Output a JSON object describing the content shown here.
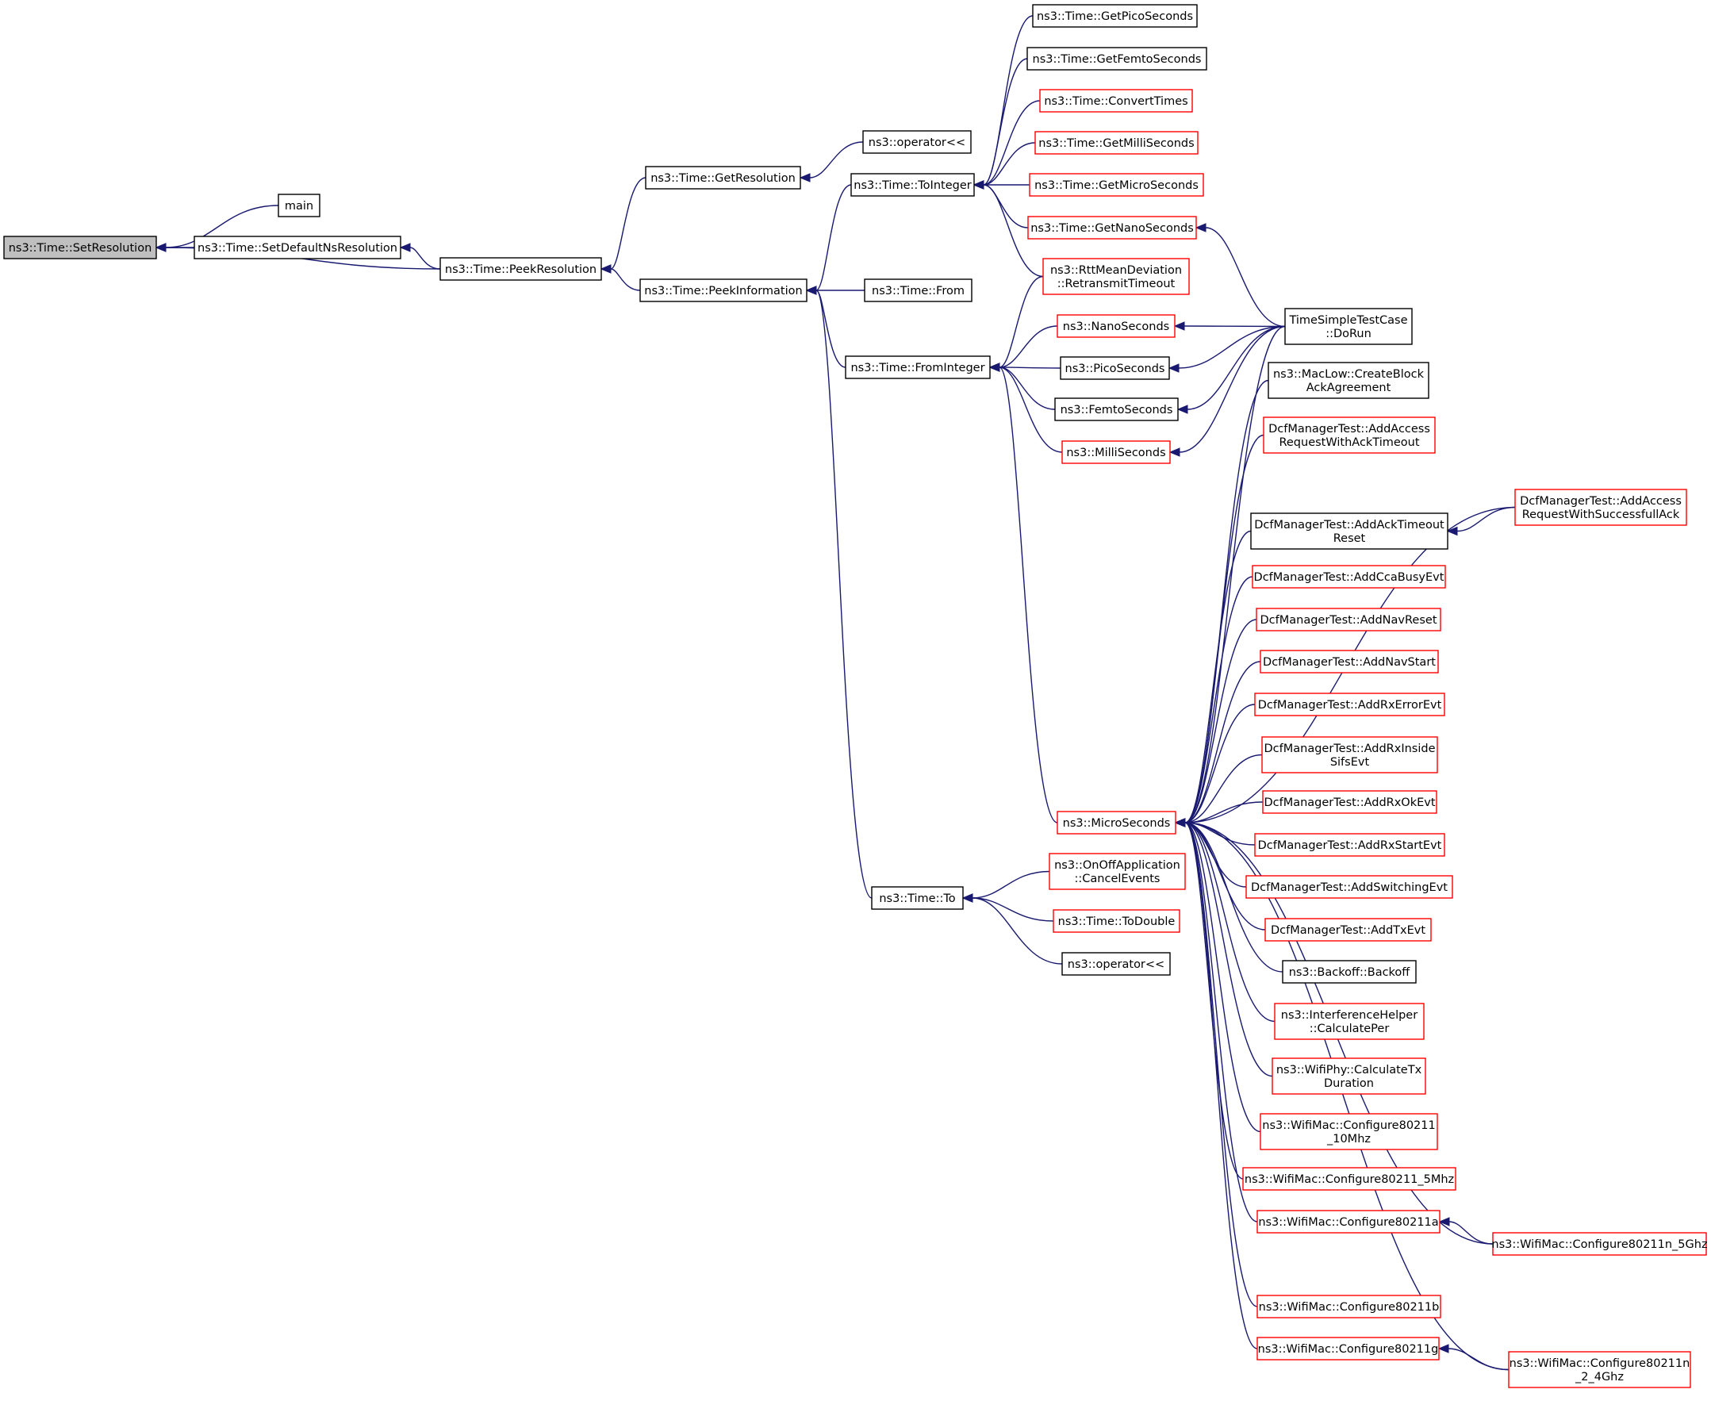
{
  "title": "",
  "colors": {
    "edge": "#191970",
    "default_border": "#000000",
    "red_border": "#ff0000",
    "root_fill": "#bfbfbf",
    "node_fill": "#ffffff"
  },
  "nodes": [
    {
      "id": "setres",
      "lines": [
        "ns3::Time::SetResolution"
      ],
      "style": "root"
    },
    {
      "id": "main",
      "lines": [
        "main"
      ],
      "style": "black"
    },
    {
      "id": "setdefault",
      "lines": [
        "ns3::Time::SetDefaultNsResolution"
      ],
      "style": "black"
    },
    {
      "id": "peekres",
      "lines": [
        "ns3::Time::PeekResolution"
      ],
      "style": "black"
    },
    {
      "id": "getres",
      "lines": [
        "ns3::Time::GetResolution"
      ],
      "style": "black"
    },
    {
      "id": "peekinfo",
      "lines": [
        "ns3::Time::PeekInformation"
      ],
      "style": "black"
    },
    {
      "id": "op1",
      "lines": [
        "ns3::operator<<"
      ],
      "style": "black"
    },
    {
      "id": "toint",
      "lines": [
        "ns3::Time::ToInteger"
      ],
      "style": "black"
    },
    {
      "id": "from",
      "lines": [
        "ns3::Time::From"
      ],
      "style": "black"
    },
    {
      "id": "fromint",
      "lines": [
        "ns3::Time::FromInteger"
      ],
      "style": "black"
    },
    {
      "id": "to",
      "lines": [
        "ns3::Time::To"
      ],
      "style": "black"
    },
    {
      "id": "getpico",
      "lines": [
        "ns3::Time::GetPicoSeconds"
      ],
      "style": "black"
    },
    {
      "id": "getfemto",
      "lines": [
        "ns3::Time::GetFemtoSeconds"
      ],
      "style": "black"
    },
    {
      "id": "convtimes",
      "lines": [
        "ns3::Time::ConvertTimes"
      ],
      "style": "red"
    },
    {
      "id": "getmilli",
      "lines": [
        "ns3::Time::GetMilliSeconds"
      ],
      "style": "red"
    },
    {
      "id": "getmicro",
      "lines": [
        "ns3::Time::GetMicroSeconds"
      ],
      "style": "red"
    },
    {
      "id": "getnano",
      "lines": [
        "ns3::Time::GetNanoSeconds"
      ],
      "style": "red"
    },
    {
      "id": "rttmean",
      "lines": [
        "ns3::RttMeanDeviation",
        "::RetransmitTimeout"
      ],
      "style": "red"
    },
    {
      "id": "nanosec",
      "lines": [
        "ns3::NanoSeconds"
      ],
      "style": "red"
    },
    {
      "id": "picosec",
      "lines": [
        "ns3::PicoSeconds"
      ],
      "style": "black"
    },
    {
      "id": "femtosec",
      "lines": [
        "ns3::FemtoSeconds"
      ],
      "style": "black"
    },
    {
      "id": "millisec",
      "lines": [
        "ns3::MilliSeconds"
      ],
      "style": "red"
    },
    {
      "id": "microsec",
      "lines": [
        "ns3::MicroSeconds"
      ],
      "style": "red"
    },
    {
      "id": "onoff",
      "lines": [
        "ns3::OnOffApplication",
        "::CancelEvents"
      ],
      "style": "red"
    },
    {
      "id": "todouble",
      "lines": [
        "ns3::Time::ToDouble"
      ],
      "style": "red"
    },
    {
      "id": "op2",
      "lines": [
        "ns3::operator<<"
      ],
      "style": "black"
    },
    {
      "id": "timesimple",
      "lines": [
        "TimeSimpleTestCase",
        "::DoRun"
      ],
      "style": "black"
    },
    {
      "id": "maclow",
      "lines": [
        "ns3::MacLow::CreateBlock",
        "AckAgreement"
      ],
      "style": "black"
    },
    {
      "id": "dcf_ackto",
      "lines": [
        "DcfManagerTest::AddAccess",
        "RequestWithAckTimeout"
      ],
      "style": "red"
    },
    {
      "id": "dcf_succack",
      "lines": [
        "DcfManagerTest::AddAccess",
        "RequestWithSuccessfullAck"
      ],
      "style": "red"
    },
    {
      "id": "dcf_acktoreset",
      "lines": [
        "DcfManagerTest::AddAckTimeout",
        "Reset"
      ],
      "style": "black"
    },
    {
      "id": "dcf_cca",
      "lines": [
        "DcfManagerTest::AddCcaBusyEvt"
      ],
      "style": "red"
    },
    {
      "id": "dcf_navreset",
      "lines": [
        "DcfManagerTest::AddNavReset"
      ],
      "style": "red"
    },
    {
      "id": "dcf_navstart",
      "lines": [
        "DcfManagerTest::AddNavStart"
      ],
      "style": "red"
    },
    {
      "id": "dcf_rxerr",
      "lines": [
        "DcfManagerTest::AddRxErrorEvt"
      ],
      "style": "red"
    },
    {
      "id": "dcf_rxinside",
      "lines": [
        "DcfManagerTest::AddRxInside",
        "SifsEvt"
      ],
      "style": "red"
    },
    {
      "id": "dcf_rxok",
      "lines": [
        "DcfManagerTest::AddRxOkEvt"
      ],
      "style": "red"
    },
    {
      "id": "dcf_rxstart",
      "lines": [
        "DcfManagerTest::AddRxStartEvt"
      ],
      "style": "red"
    },
    {
      "id": "dcf_switch",
      "lines": [
        "DcfManagerTest::AddSwitchingEvt"
      ],
      "style": "red"
    },
    {
      "id": "dcf_tx",
      "lines": [
        "DcfManagerTest::AddTxEvt"
      ],
      "style": "red"
    },
    {
      "id": "backoff",
      "lines": [
        "ns3::Backoff::Backoff"
      ],
      "style": "black"
    },
    {
      "id": "interf",
      "lines": [
        "ns3::InterferenceHelper",
        "::CalculatePer"
      ],
      "style": "red"
    },
    {
      "id": "wifiphy",
      "lines": [
        "ns3::WifiPhy::CalculateTx",
        "Duration"
      ],
      "style": "red"
    },
    {
      "id": "cfg10",
      "lines": [
        "ns3::WifiMac::Configure80211",
        "_10Mhz"
      ],
      "style": "red"
    },
    {
      "id": "cfg5",
      "lines": [
        "ns3::WifiMac::Configure80211_5Mhz"
      ],
      "style": "red"
    },
    {
      "id": "cfga",
      "lines": [
        "ns3::WifiMac::Configure80211a"
      ],
      "style": "red"
    },
    {
      "id": "cfgn5",
      "lines": [
        "ns3::WifiMac::Configure80211n_5Ghz"
      ],
      "style": "red"
    },
    {
      "id": "cfgb",
      "lines": [
        "ns3::WifiMac::Configure80211b"
      ],
      "style": "red"
    },
    {
      "id": "cfgg",
      "lines": [
        "ns3::WifiMac::Configure80211g"
      ],
      "style": "red"
    },
    {
      "id": "cfgn24",
      "lines": [
        "ns3::WifiMac::Configure80211n",
        "_2_4Ghz"
      ],
      "style": "red"
    }
  ],
  "edges": [
    {
      "from": "main",
      "to": "setres"
    },
    {
      "from": "setdefault",
      "to": "setres"
    },
    {
      "from": "peekres",
      "to": "setres"
    },
    {
      "from": "peekres",
      "to": "setdefault"
    },
    {
      "from": "getres",
      "to": "peekres"
    },
    {
      "from": "peekinfo",
      "to": "peekres"
    },
    {
      "from": "op1",
      "to": "getres"
    },
    {
      "from": "toint",
      "to": "peekinfo"
    },
    {
      "from": "from",
      "to": "peekinfo"
    },
    {
      "from": "fromint",
      "to": "peekinfo"
    },
    {
      "from": "to",
      "to": "peekinfo"
    },
    {
      "from": "getpico",
      "to": "toint"
    },
    {
      "from": "getfemto",
      "to": "toint"
    },
    {
      "from": "convtimes",
      "to": "toint"
    },
    {
      "from": "getmilli",
      "to": "toint"
    },
    {
      "from": "getmicro",
      "to": "toint"
    },
    {
      "from": "getnano",
      "to": "toint"
    },
    {
      "from": "rttmean",
      "to": "toint"
    },
    {
      "from": "rttmean",
      "to": "fromint"
    },
    {
      "from": "nanosec",
      "to": "fromint"
    },
    {
      "from": "picosec",
      "to": "fromint"
    },
    {
      "from": "femtosec",
      "to": "fromint"
    },
    {
      "from": "millisec",
      "to": "fromint"
    },
    {
      "from": "microsec",
      "to": "fromint"
    },
    {
      "from": "onoff",
      "to": "to"
    },
    {
      "from": "todouble",
      "to": "to"
    },
    {
      "from": "op2",
      "to": "to"
    },
    {
      "from": "timesimple",
      "to": "getnano"
    },
    {
      "from": "timesimple",
      "to": "nanosec"
    },
    {
      "from": "timesimple",
      "to": "picosec"
    },
    {
      "from": "timesimple",
      "to": "femtosec"
    },
    {
      "from": "timesimple",
      "to": "millisec"
    },
    {
      "from": "timesimple",
      "to": "microsec"
    },
    {
      "from": "maclow",
      "to": "microsec"
    },
    {
      "from": "dcf_ackto",
      "to": "microsec"
    },
    {
      "from": "dcf_succack",
      "to": "microsec"
    },
    {
      "from": "dcf_succack",
      "to": "dcf_acktoreset"
    },
    {
      "from": "dcf_acktoreset",
      "to": "microsec"
    },
    {
      "from": "dcf_cca",
      "to": "microsec"
    },
    {
      "from": "dcf_navreset",
      "to": "microsec"
    },
    {
      "from": "dcf_navstart",
      "to": "microsec"
    },
    {
      "from": "dcf_rxerr",
      "to": "microsec"
    },
    {
      "from": "dcf_rxinside",
      "to": "microsec"
    },
    {
      "from": "dcf_rxok",
      "to": "microsec"
    },
    {
      "from": "dcf_rxstart",
      "to": "microsec"
    },
    {
      "from": "dcf_switch",
      "to": "microsec"
    },
    {
      "from": "dcf_tx",
      "to": "microsec"
    },
    {
      "from": "backoff",
      "to": "microsec"
    },
    {
      "from": "interf",
      "to": "microsec"
    },
    {
      "from": "wifiphy",
      "to": "microsec"
    },
    {
      "from": "cfg10",
      "to": "microsec"
    },
    {
      "from": "cfg5",
      "to": "microsec"
    },
    {
      "from": "cfga",
      "to": "microsec"
    },
    {
      "from": "cfgn5",
      "to": "microsec"
    },
    {
      "from": "cfgn5",
      "to": "cfga"
    },
    {
      "from": "cfgb",
      "to": "microsec"
    },
    {
      "from": "cfgg",
      "to": "microsec"
    },
    {
      "from": "cfgn24",
      "to": "microsec"
    },
    {
      "from": "cfgn24",
      "to": "cfgg"
    }
  ]
}
